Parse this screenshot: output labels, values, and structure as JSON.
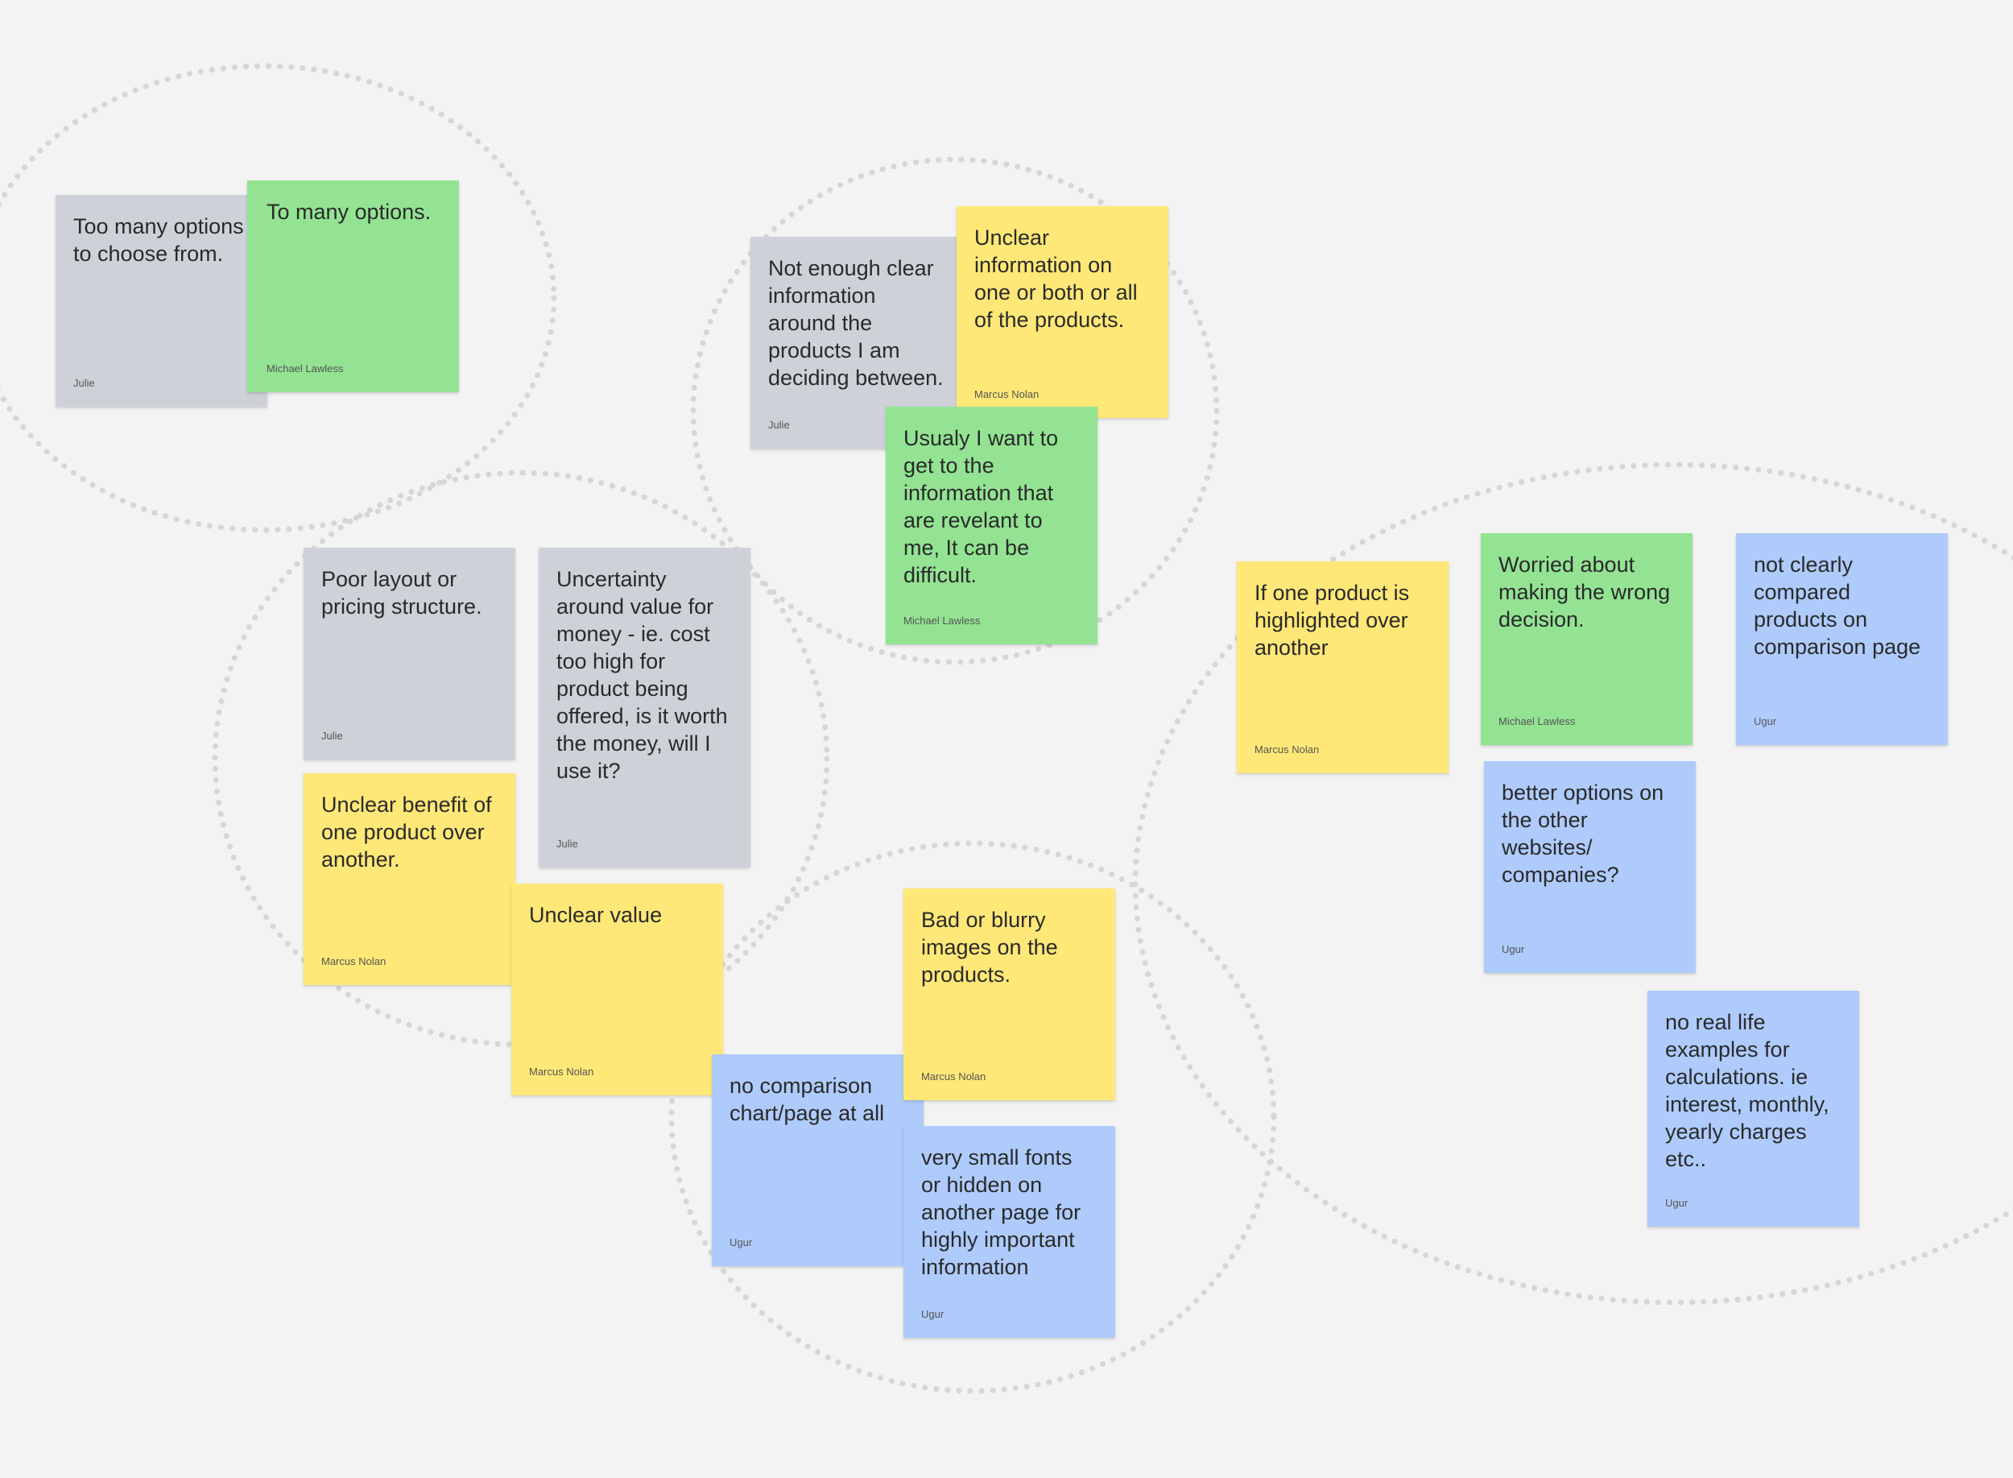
{
  "colors": {
    "background": "#f3f3f3",
    "gray_note": "#ced2d8",
    "green_note": "#93e393",
    "yellow_note": "#ffe877",
    "blue_note": "#aecbfb",
    "cluster_outline": "#d6d6d6"
  },
  "notes": [
    {
      "text": "Too many options to choose from.",
      "author": "Julie",
      "color": "gray"
    },
    {
      "text": "To many options.",
      "author": "Michael Lawless",
      "color": "green"
    },
    {
      "text": "Not enough clear information around the products I am deciding between.",
      "author": "Julie",
      "color": "gray"
    },
    {
      "text": "Unclear information on one or both or all of the products.",
      "author": "Marcus Nolan",
      "color": "yellow"
    },
    {
      "text": "Usualy I want to get to the information that are revelant to me, It can be difficult.",
      "author": "Michael Lawless",
      "color": "green"
    },
    {
      "text": "Poor layout or pricing structure.",
      "author": "Julie",
      "color": "gray"
    },
    {
      "text": "Uncertainty around value for money - ie. cost too high for product being offered, is it worth the money, will I use it?",
      "author": "Julie",
      "color": "gray"
    },
    {
      "text": "Unclear benefit of one product over another.",
      "author": "Marcus Nolan",
      "color": "yellow"
    },
    {
      "text": "Unclear value",
      "author": "Marcus Nolan",
      "color": "yellow"
    },
    {
      "text": "Bad or blurry images on the products.",
      "author": "Marcus Nolan",
      "color": "yellow"
    },
    {
      "text": "no comparison chart/page at all",
      "author": "Ugur",
      "color": "blue"
    },
    {
      "text": "very small fonts or hidden on another page for highly important information",
      "author": "Ugur",
      "color": "blue"
    },
    {
      "text": "If one product is highlighted over another",
      "author": "Marcus Nolan",
      "color": "yellow"
    },
    {
      "text": "Worried about making the wrong decision.",
      "author": "Michael Lawless",
      "color": "green"
    },
    {
      "text": "not clearly compared products on comparison page",
      "author": "Ugur",
      "color": "blue"
    },
    {
      "text": "better options on the other websites/ companies?",
      "author": "Ugur",
      "color": "blue"
    },
    {
      "text": "no real life examples for calculations. ie interest, monthly, yearly charges etc..",
      "author": "Ugur",
      "color": "blue"
    }
  ]
}
